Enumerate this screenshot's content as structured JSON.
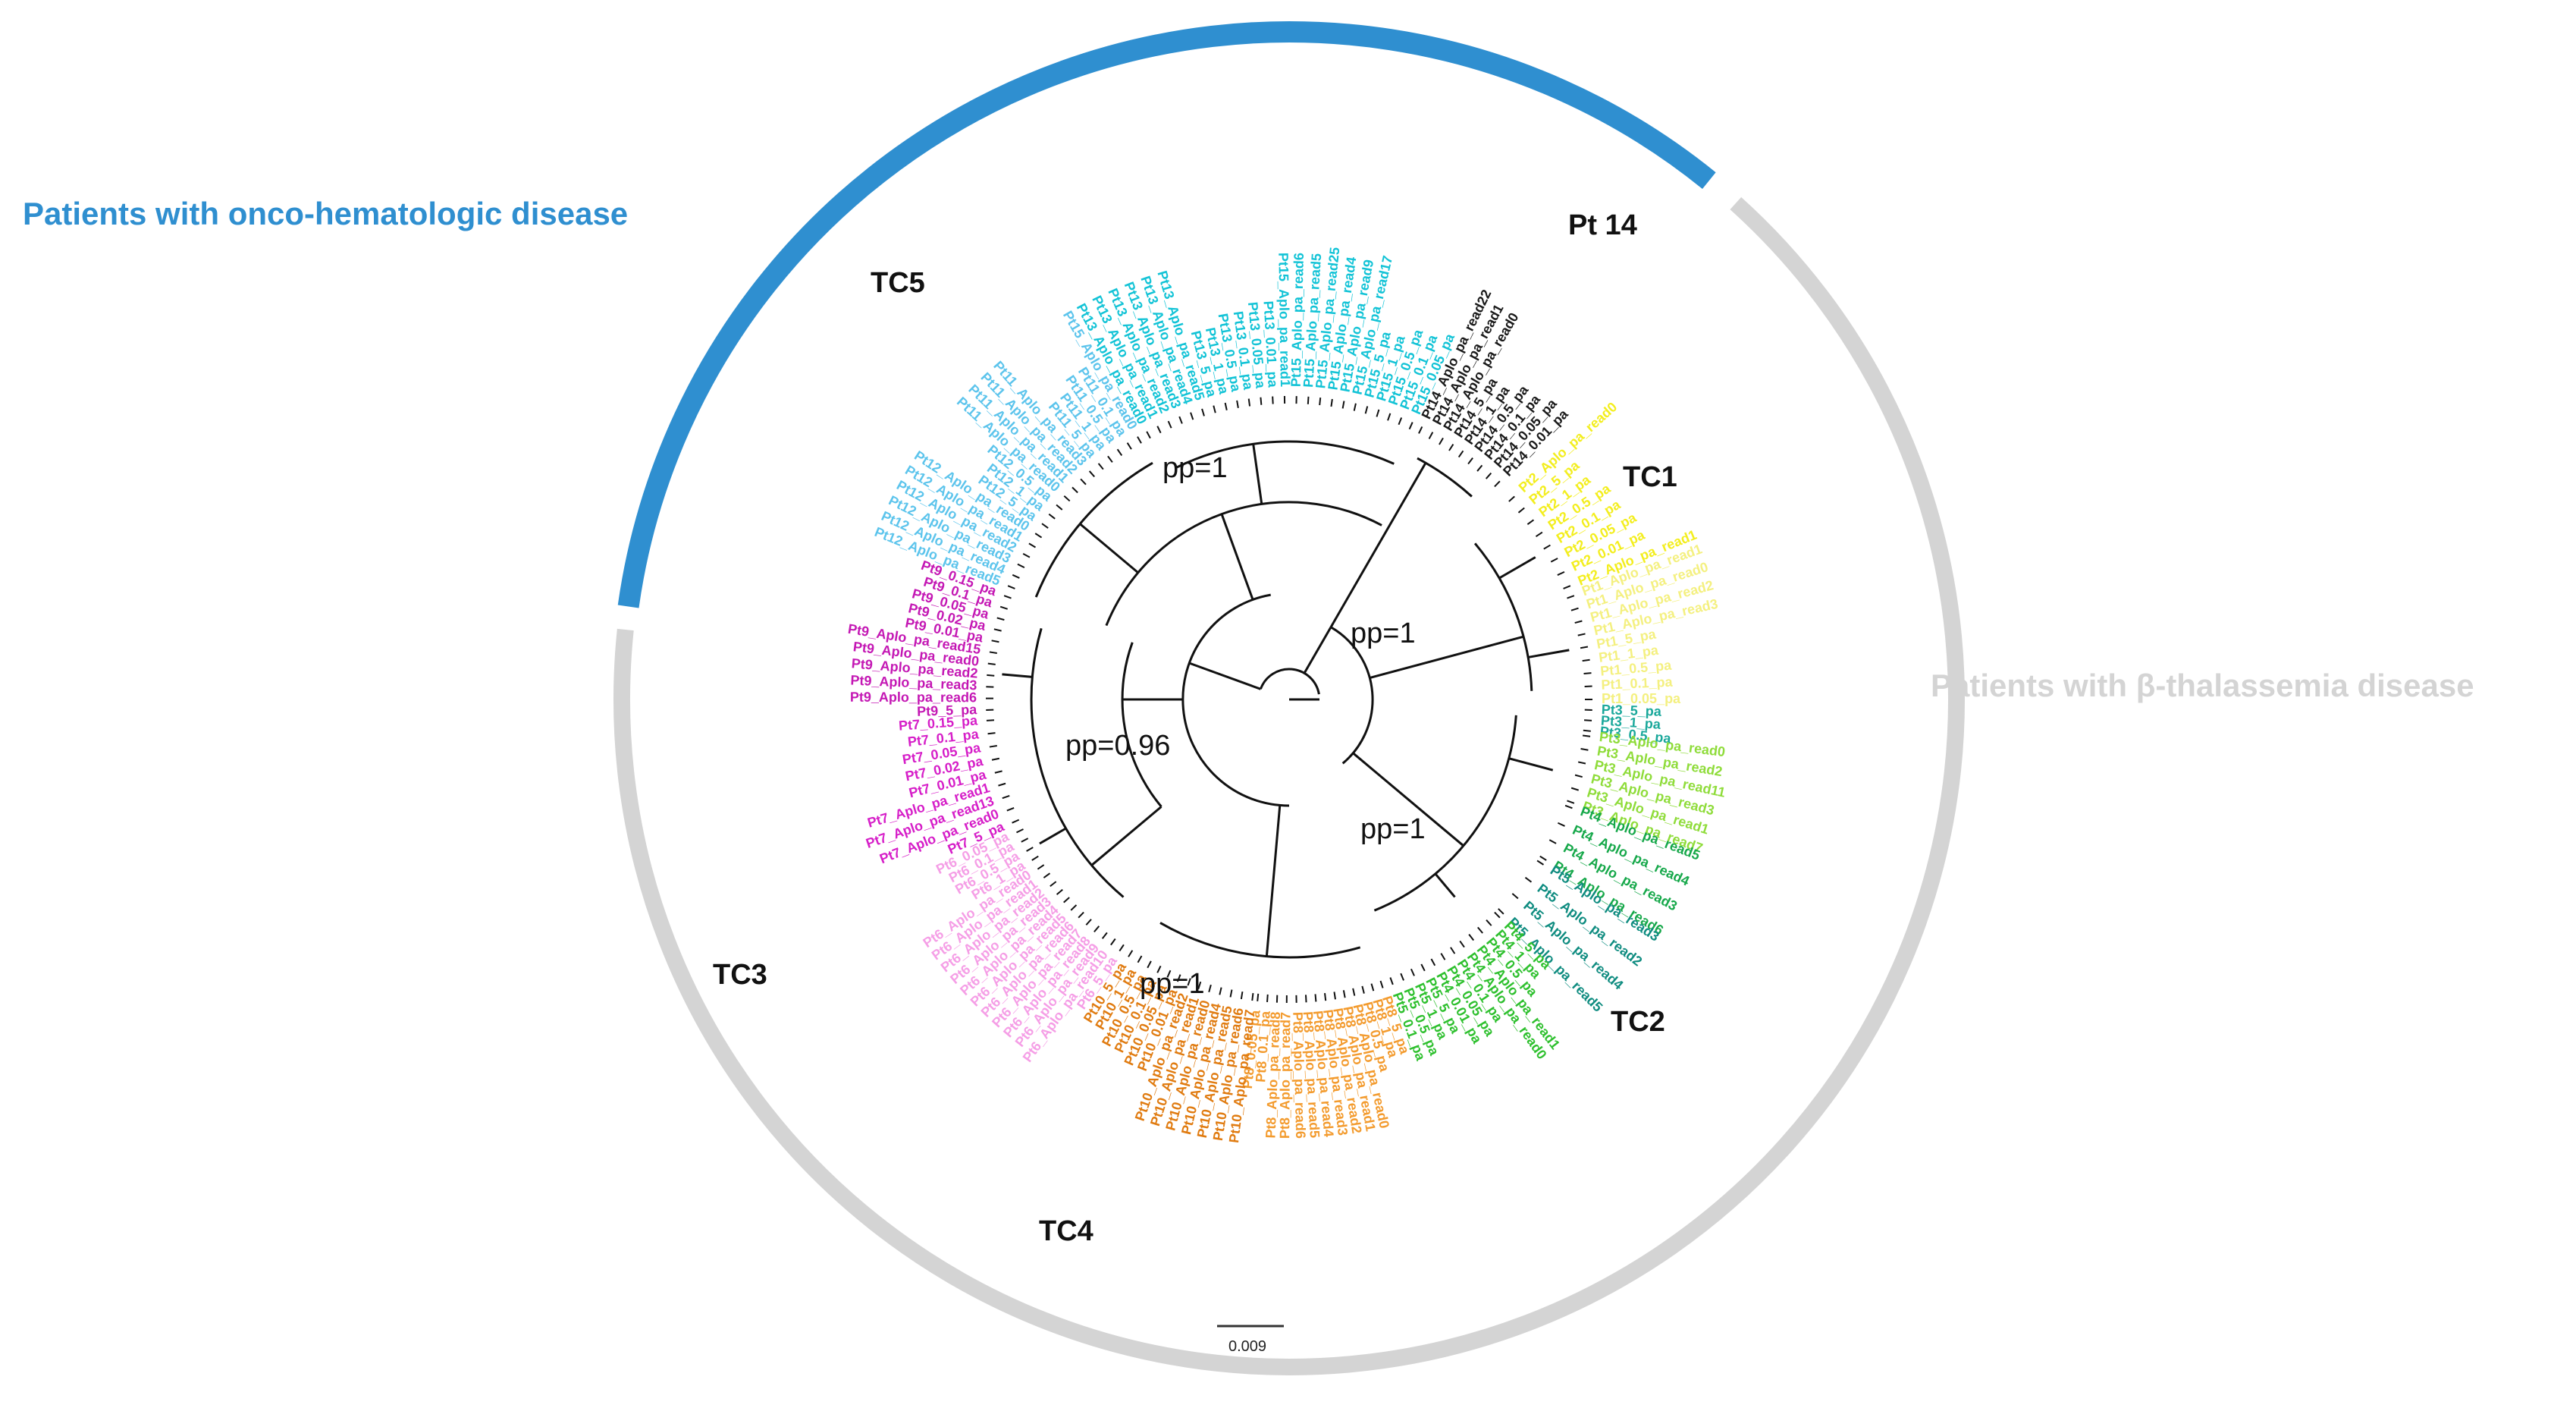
{
  "cohorts": {
    "onco": {
      "label": "Patients with onco-hematologic disease",
      "color": "#2f8fd0"
    },
    "thal": {
      "label": "Patients with β-thalassemia disease",
      "color": "#d4d4d4"
    }
  },
  "clades": [
    {
      "id": "tc5",
      "label": "TC5"
    },
    {
      "id": "pt14",
      "label": "Pt 14"
    },
    {
      "id": "tc1",
      "label": "TC1"
    },
    {
      "id": "tc2",
      "label": "TC2"
    },
    {
      "id": "tc3",
      "label": "TC3"
    },
    {
      "id": "tc4",
      "label": "TC4"
    }
  ],
  "support": [
    {
      "id": "pp-tc5",
      "label": "pp=1"
    },
    {
      "id": "pp-tc1",
      "label": "pp=1"
    },
    {
      "id": "pp-tc34",
      "label": "pp=0.96"
    },
    {
      "id": "pp-tc2",
      "label": "pp=1"
    },
    {
      "id": "pp-tc4",
      "label": "pp=1"
    }
  ],
  "scale_bar": {
    "label": "0.009"
  },
  "leaf_groups": [
    {
      "id": "pt14",
      "color": "#1a1a1a",
      "leaves": [
        "Pt14_Aplo_pa_read22",
        "Pt14_Aplo_pa_read1",
        "Pt14_Aplo_pa_read0",
        "Pt14_5_pa",
        "Pt14_1_pa",
        "Pt14_0.5_pa",
        "Pt14_0.1_pa",
        "Pt14_0.05_pa",
        "Pt14_0.01_pa"
      ]
    },
    {
      "id": "tc1-yellow",
      "color": "#f3ee1e",
      "leaves": [
        "Pt2_Aplo_pa_read0",
        "Pt2_5_pa",
        "Pt2_1_pa",
        "Pt2_0.5_pa",
        "Pt2_0.1_pa",
        "Pt2_0.05_pa",
        "Pt2_0.01_pa",
        "Pt2_Aplo_pa_read1"
      ]
    },
    {
      "id": "tc1-paleyellow",
      "color": "#f4f080",
      "leaves": [
        "Pt1_Aplo_pa_read1",
        "Pt1_Aplo_pa_read0",
        "Pt1_Aplo_pa_read2",
        "Pt1_Aplo_pa_read3",
        "Pt1_5_pa",
        "Pt1_1_pa",
        "Pt1_0.5_pa",
        "Pt1_0.1_pa",
        "Pt1_0.05_pa"
      ]
    },
    {
      "id": "tc2-teal",
      "color": "#1aa89b",
      "leaves": [
        "Pt3_5_pa",
        "Pt3_1_pa",
        "Pt3_0.5_pa"
      ]
    },
    {
      "id": "tc2-lime",
      "color": "#8fdc3a",
      "leaves": [
        "Pt3_Aplo_pa_read0",
        "Pt3_Aplo_pa_read2",
        "Pt3_Aplo_pa_read11",
        "Pt3_Aplo_pa_read3",
        "Pt3_Aplo_pa_read1",
        "Pt3_Aplo_pa_read7"
      ]
    },
    {
      "id": "tc2-green",
      "color": "#16a84a",
      "leaves": [
        "Pt4_Aplo_pa_read5",
        "Pt4_Aplo_pa_read4",
        "Pt4_Aplo_pa_read3",
        "Pt4_Aplo_pa_read6"
      ]
    },
    {
      "id": "tc2-darkteal",
      "color": "#0f8c80",
      "leaves": [
        "Pt5_Aplo_pa_read3",
        "Pt5_Aplo_pa_read2",
        "Pt5_Aplo_pa_read4",
        "Pt5_Aplo_pa_read5"
      ]
    },
    {
      "id": "tc2-mixed",
      "color": "#2ec02e",
      "leaves": [
        "Pt4_5_pa",
        "Pt4_1_pa",
        "Pt4_0.5_pa",
        "Pt4_Aplo_pa_read1",
        "Pt4_Aplo_pa_read0",
        "Pt4_0.1_pa",
        "Pt4_0.05_pa",
        "Pt4_0.01_pa",
        "Pt5_5_pa",
        "Pt5_1_pa",
        "Pt5_0.5_pa",
        "Pt5_0.1_pa"
      ]
    },
    {
      "id": "tc4-orange",
      "color": "#f39b2e",
      "leaves": [
        "Pt8_5_pa",
        "Pt8_1_pa",
        "Pt8_0.5_pa",
        "Pt8_Aplo_pa_read0",
        "Pt8_Aplo_pa_read1",
        "Pt8_Aplo_pa_read2",
        "Pt8_Aplo_pa_read3",
        "Pt8_Aplo_pa_read4",
        "Pt8_Aplo_pa_read5",
        "Pt8_Aplo_pa_read6",
        "Pt8_Aplo_pa_read7",
        "Pt8_Aplo_pa_read8",
        "Pt8_0.1_pa",
        "Pt8_0.05_pa"
      ]
    },
    {
      "id": "tc4-darkorange",
      "color": "#e07b10",
      "leaves": [
        "Pt10_Aplo_pa_read7",
        "Pt10_Aplo_pa_read6",
        "Pt10_Aplo_pa_read5",
        "Pt10_Aplo_pa_read4",
        "Pt10_Aplo_pa_read0",
        "Pt10_Aplo_pa_read1",
        "Pt10_Aplo_pa_read2",
        "Pt10_0.01_pa",
        "Pt10_0.05_pa",
        "Pt10_0.1_pa",
        "Pt10_0.5_pa",
        "Pt10_1_pa",
        "Pt10_5_pa"
      ]
    },
    {
      "id": "tc3-pink",
      "color": "#f59ee6",
      "leaves": [
        "Pt6_5_pa",
        "Pt6_Aplo_pa_read10",
        "Pt6_Aplo_pa_read9",
        "Pt6_Aplo_pa_read8",
        "Pt6_Aplo_pa_read7",
        "Pt6_Aplo_pa_read6",
        "Pt6_Aplo_pa_read5",
        "Pt6_Aplo_pa_read4",
        "Pt6_Aplo_pa_read3",
        "Pt6_Aplo_pa_read2",
        "Pt6_Aplo_pa_read1",
        "Pt6_Aplo_pa_read0",
        "Pt6_1_pa",
        "Pt6_0.5_pa",
        "Pt6_0.1_pa",
        "Pt6_0.05_pa"
      ]
    },
    {
      "id": "tc3-magenta7",
      "color": "#d61ec8",
      "leaves": [
        "Pt7_5_pa",
        "Pt7_Aplo_pa_read0",
        "Pt7_Aplo_pa_read13",
        "Pt7_Aplo_pa_read1",
        "Pt7_0.01_pa",
        "Pt7_0.02_pa",
        "Pt7_0.05_pa",
        "Pt7_0.1_pa",
        "Pt7_0.15_pa"
      ]
    },
    {
      "id": "tc3-magenta9",
      "color": "#c418b4",
      "leaves": [
        "Pt9_5_pa",
        "Pt9_Aplo_pa_read6",
        "Pt9_Aplo_pa_read3",
        "Pt9_Aplo_pa_read2",
        "Pt9_Aplo_pa_read0",
        "Pt9_Aplo_pa_read15",
        "Pt9_0.01_pa",
        "Pt9_0.02_pa",
        "Pt9_0.05_pa",
        "Pt9_0.1_pa",
        "Pt9_0.15_pa"
      ]
    },
    {
      "id": "tc5-lightblue",
      "color": "#5cc4ec",
      "leaves": [
        "Pt12_Aplo_pa_read5",
        "Pt12_Aplo_pa_read4",
        "Pt12_Aplo_pa_read3",
        "Pt12_Aplo_pa_read2",
        "Pt12_Aplo_pa_read1",
        "Pt12_Aplo_pa_read0",
        "Pt12_5_pa",
        "Pt12_1_pa",
        "Pt12_0.5_pa",
        "Pt11_Aplo_pa_read0",
        "Pt11_Aplo_pa_read1",
        "Pt11_Aplo_pa_read2",
        "Pt11_Aplo_pa_read3",
        "Pt11_5_pa",
        "Pt11_1_pa",
        "Pt11_0.5_pa",
        "Pt11_0.1_pa",
        "Pt15_Aplo_pa_read0"
      ]
    },
    {
      "id": "tc5-cyan",
      "color": "#12c3d6",
      "leaves": [
        "Pt13_Aplo_pa_read0",
        "Pt13_Aplo_pa_read1",
        "Pt13_Aplo_pa_read2",
        "Pt13_Aplo_pa_read3",
        "Pt13_Aplo_pa_read4",
        "Pt13_Aplo_pa_read5",
        "Pt13_5_pa",
        "Pt13_1_pa",
        "Pt13_0.5_pa",
        "Pt13_0.1_pa",
        "Pt13_0.05_pa",
        "Pt13_0.01_pa",
        "Pt15_Aplo_pa_read1",
        "Pt15_Aplo_pa_read6",
        "Pt15_Aplo_pa_read5",
        "Pt15_Aplo_pa_read25",
        "Pt15_Aplo_pa_read4",
        "Pt15_Aplo_pa_read9",
        "Pt15_Aplo_pa_read17",
        "Pt15_5_pa",
        "Pt15_1_pa",
        "Pt15_0.5_pa",
        "Pt15_0.1_pa",
        "Pt15_0.05_pa"
      ]
    }
  ]
}
